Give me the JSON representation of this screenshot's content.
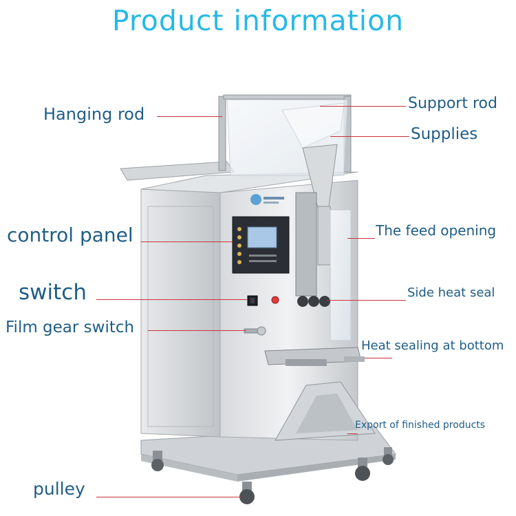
{
  "title": "Product information",
  "colors": {
    "title": "#27b9e6",
    "label_text": "#1f5d86",
    "leader_line": "#c8323a",
    "steel_light": "#e6e8ea",
    "steel_mid": "#c9cdd1",
    "steel_dark": "#9aa0a6",
    "control_panel": "#2b2f35",
    "display": "#a9c7e6"
  },
  "labels": {
    "hanging_rod": "Hanging rod",
    "support_rod": "Support rod",
    "supplies": "Supplies",
    "control_panel": "control panel",
    "feed_opening": "The feed opening",
    "switch": "switch",
    "side_heat_seal": "Side heat seal",
    "film_gear_switch": "Film gear switch",
    "heat_sealing_bottom": "Heat sealing at bottom",
    "export_finished": "Export of finished products",
    "pulley": "pulley"
  },
  "icons": {
    "machine": "packaging-machine-illustration",
    "wheel": "caster-wheel-icon",
    "switch": "rocker-switch-icon",
    "indicator": "red-indicator-light-icon"
  }
}
